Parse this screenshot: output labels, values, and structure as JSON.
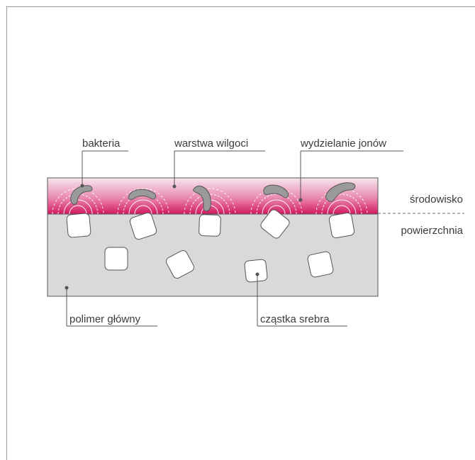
{
  "labels": {
    "bacteria": "bakteria",
    "moisture_layer": "warstwa wilgoci",
    "ion_release": "wydzielanie jonów",
    "environment": "środowisko",
    "surface": "powierzchnia",
    "main_polymer": "polimer główny",
    "silver_particle": "cząstka srebra"
  },
  "colors": {
    "moisture_top": "#f6e4ee",
    "moisture_bottom": "#d61a63",
    "polymer": "#d9d9d9",
    "bacteria": "#9a9a9a",
    "outline": "#555555"
  }
}
